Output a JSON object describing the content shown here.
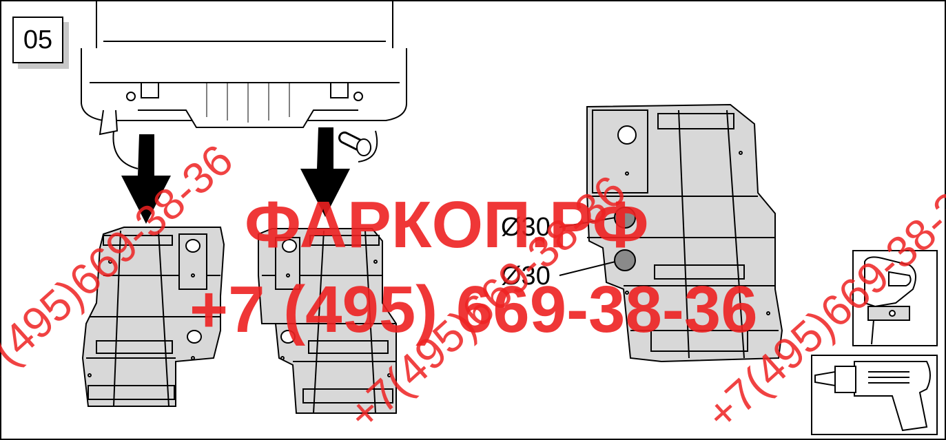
{
  "step": {
    "number": "05"
  },
  "dimensions": [
    {
      "label": "Ø30"
    },
    {
      "label": "Ø30"
    }
  ],
  "watermark": {
    "brand": "ФАРКОП.РФ",
    "phone": "+7 (495) 669-38-36",
    "diagonal_text": "+7(495)669-38-36"
  },
  "tools": [
    {
      "icon": "jigsaw-icon"
    },
    {
      "icon": "drill-icon"
    }
  ],
  "colors": {
    "part_fill": "#d8d8d8",
    "watermark": "#ee2222",
    "line": "#000000"
  }
}
